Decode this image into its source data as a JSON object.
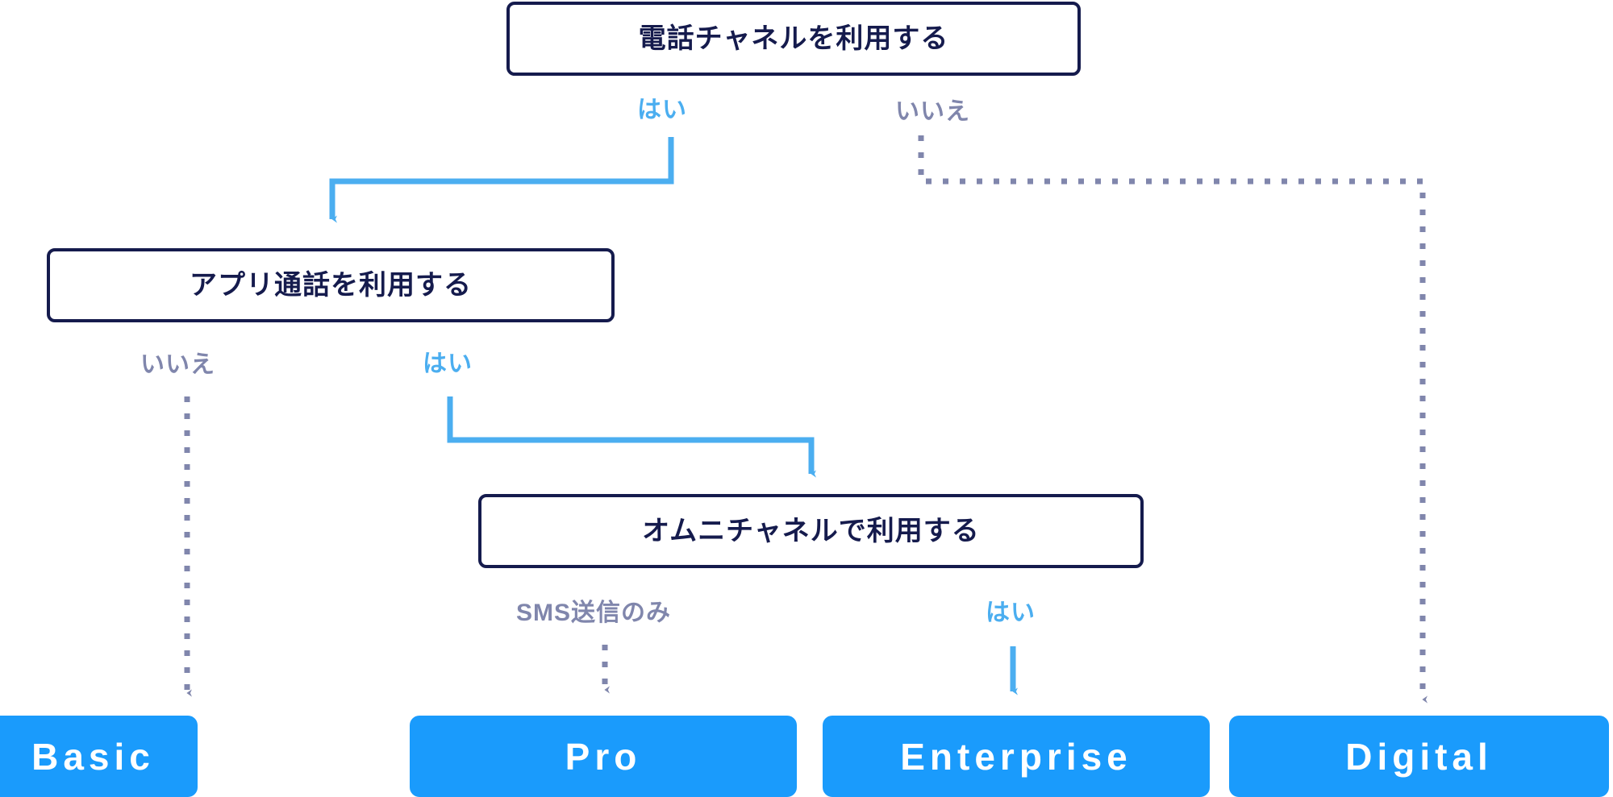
{
  "diagram": {
    "title": "plan-selection-flowchart",
    "colors": {
      "box_border": "#151B4D",
      "box_text": "#151B4D",
      "yes_accent": "#4BAEF0",
      "no_accent": "#8086AC",
      "plan_button": "#1A9BFC",
      "plan_button_text": "#FFFFFF",
      "background": "#FFFFFF"
    },
    "decisions": [
      {
        "id": "d1",
        "label": "電話チャネルを利用する"
      },
      {
        "id": "d2",
        "label": "アプリ通話を利用する"
      },
      {
        "id": "d3",
        "label": "オムニチャネルで利用する"
      }
    ],
    "edge_labels": [
      {
        "id": "e1",
        "text": "はい",
        "type": "yes"
      },
      {
        "id": "e2",
        "text": "いいえ",
        "type": "no"
      },
      {
        "id": "e3",
        "text": "いいえ",
        "type": "no"
      },
      {
        "id": "e4",
        "text": "はい",
        "type": "yes"
      },
      {
        "id": "e5",
        "text": "SMS送信のみ",
        "type": "no"
      },
      {
        "id": "e6",
        "text": "はい",
        "type": "yes"
      }
    ],
    "plans": [
      {
        "id": "p1",
        "label": "Basic"
      },
      {
        "id": "p2",
        "label": "Pro"
      },
      {
        "id": "p3",
        "label": "Enterprise"
      },
      {
        "id": "p4",
        "label": "Digital"
      }
    ]
  }
}
